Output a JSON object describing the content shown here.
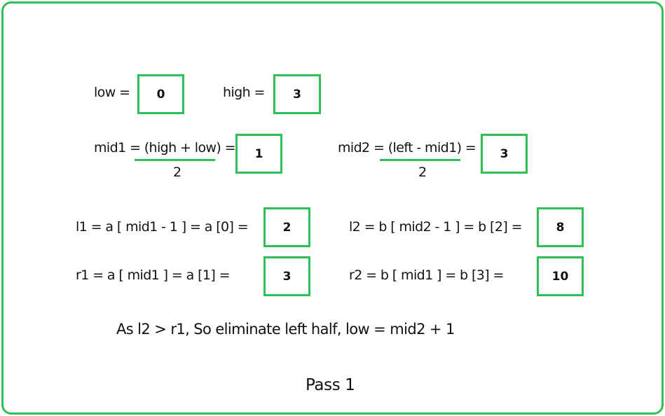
{
  "low": {
    "label": "low =",
    "value": "0"
  },
  "high": {
    "label": "high =",
    "value": "3"
  },
  "mid1": {
    "label": "mid1 = (high + low) =",
    "denominator": "2",
    "value": "1"
  },
  "mid2": {
    "label": "mid2 = (left - mid1) =",
    "denominator": "2",
    "value": "3"
  },
  "l1": {
    "label": "l1 = a [ mid1 - 1 ] = a [0] =",
    "value": "2"
  },
  "l2": {
    "label": "l2 = b [ mid2 - 1 ] = b [2] =",
    "value": "8"
  },
  "r1": {
    "label": "r1 = a [ mid1 ] = a [1] =",
    "value": "3"
  },
  "r2": {
    "label": "r2 = b [ mid1 ] = b [3] =",
    "value": "10"
  },
  "note": "As l2 > r1, So eliminate left half, low = mid2 + 1",
  "caption": "Pass 1",
  "colors": {
    "accent": "#2fbf57",
    "text": "#111111",
    "background": "#ffffff"
  }
}
